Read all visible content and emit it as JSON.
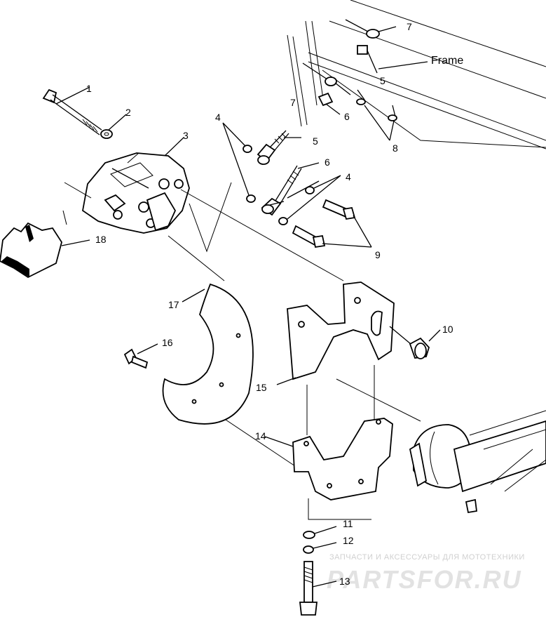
{
  "callouts": {
    "c1": "1",
    "c2": "2",
    "c3": "3",
    "c4a": "4",
    "c4b": "4",
    "c5a": "5",
    "c5b": "5",
    "c6a": "6",
    "c6b": "6",
    "c7a": "7",
    "c7b": "7",
    "c8": "8",
    "c9": "9",
    "c10": "10",
    "c11": "11",
    "c12": "12",
    "c13": "13",
    "c14": "14",
    "c15": "15",
    "c16": "16",
    "c17": "17",
    "c18": "18"
  },
  "frame_label": "Frame",
  "watermark": {
    "tagline": "ЗАПЧАСТИ И АКСЕССУАРЫ ДЛЯ МОТОТЕХНИКИ",
    "brand": "PARTSFOR.RU"
  }
}
